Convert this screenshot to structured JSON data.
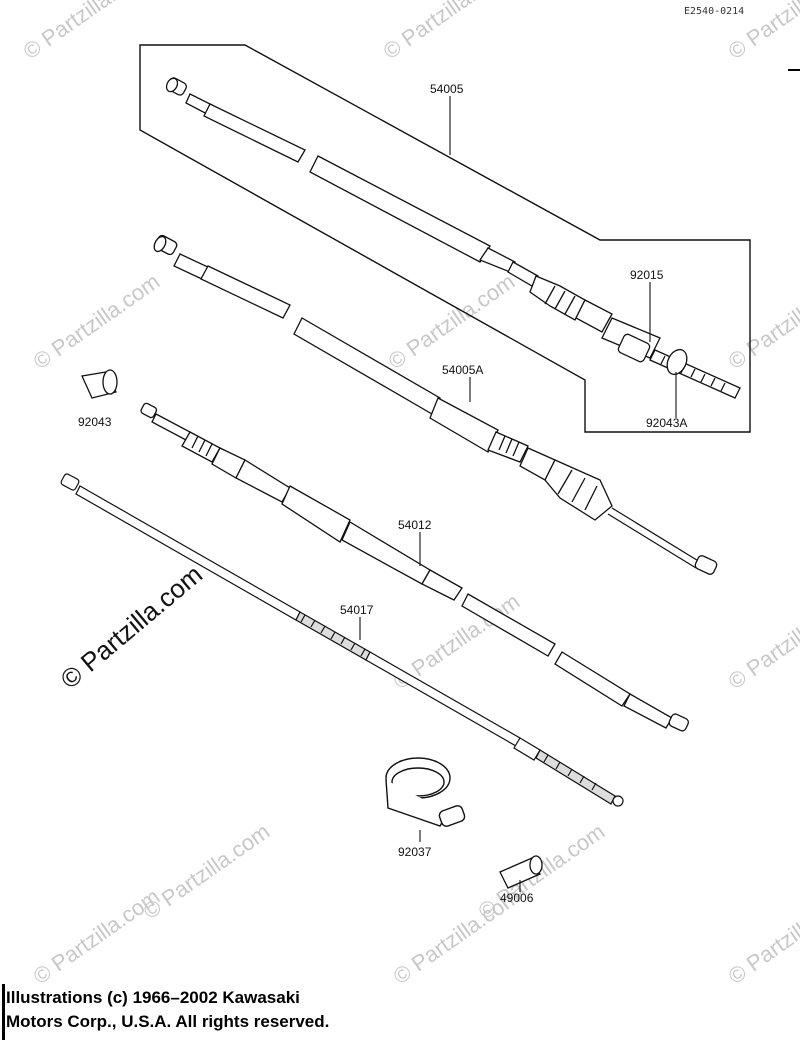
{
  "diagram": {
    "code": "E2540-0214",
    "parts": [
      {
        "id": "54005",
        "label": "54005"
      },
      {
        "id": "92015",
        "label": "92015"
      },
      {
        "id": "92043A",
        "label": "92043A"
      },
      {
        "id": "54005A",
        "label": "54005A"
      },
      {
        "id": "92043",
        "label": "92043"
      },
      {
        "id": "54012",
        "label": "54012"
      },
      {
        "id": "54017",
        "label": "54017"
      },
      {
        "id": "92037",
        "label": "92037"
      },
      {
        "id": "49006",
        "label": "49006"
      }
    ],
    "watermark_small": "© Partzilla.com",
    "watermark_large": "© Partzilla.com"
  },
  "footer": {
    "line1": "Illustrations (c) 1966–2002 Kawasaki",
    "line2": "Motors Corp., U.S.A.  All rights reserved."
  }
}
